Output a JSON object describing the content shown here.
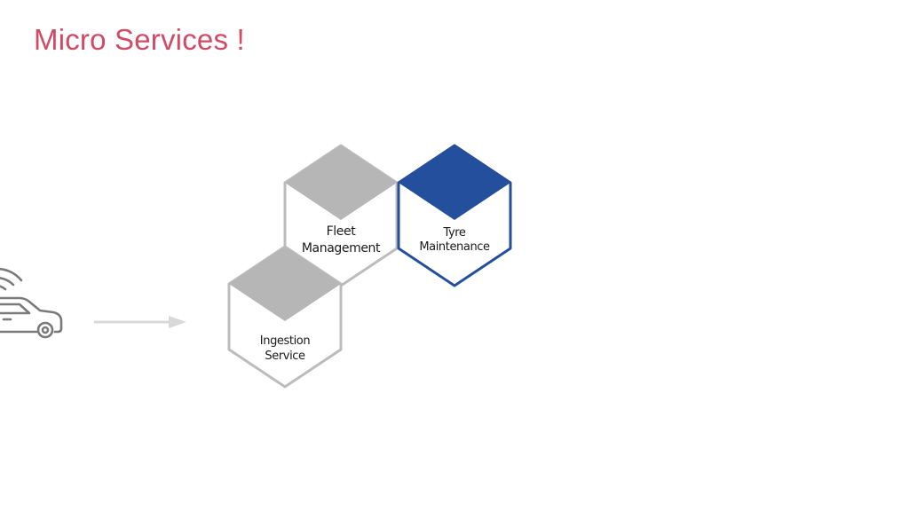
{
  "title": "Micro Services !",
  "colors": {
    "title": "#d14a66",
    "hex_grey_top": "#b6b6b6",
    "hex_grey_stroke": "#bcbcbc",
    "hex_blue": "#244f9c",
    "arrow": "#d8d8d8",
    "car_icon": "#7a7a7a"
  },
  "icons": {
    "vehicle": "connected-car-icon",
    "flow": "arrow-right-icon"
  },
  "services": [
    {
      "id": "fleet",
      "line1": "Fleet",
      "line2": "Management",
      "style": "grey"
    },
    {
      "id": "tyre",
      "line1": "Tyre",
      "line2": "Maintenance",
      "style": "blue"
    },
    {
      "id": "ingestion",
      "line1": "Ingestion",
      "line2": "Service",
      "style": "grey"
    }
  ]
}
